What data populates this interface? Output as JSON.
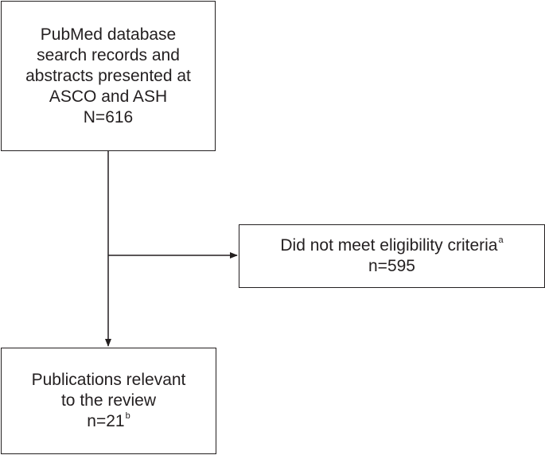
{
  "flowchart": {
    "search_box": {
      "lines": [
        "PubMed database",
        "search records and",
        "abstracts presented at",
        "ASCO and ASH",
        "N=616"
      ]
    },
    "excluded_box": {
      "line1_text": "Did not meet eligibility criteria",
      "line1_sup": "a",
      "line2_text": "n=595"
    },
    "included_box": {
      "line1": "Publications relevant",
      "line2": "to the review",
      "line3_text": "n=21",
      "line3_sup": "b"
    }
  }
}
